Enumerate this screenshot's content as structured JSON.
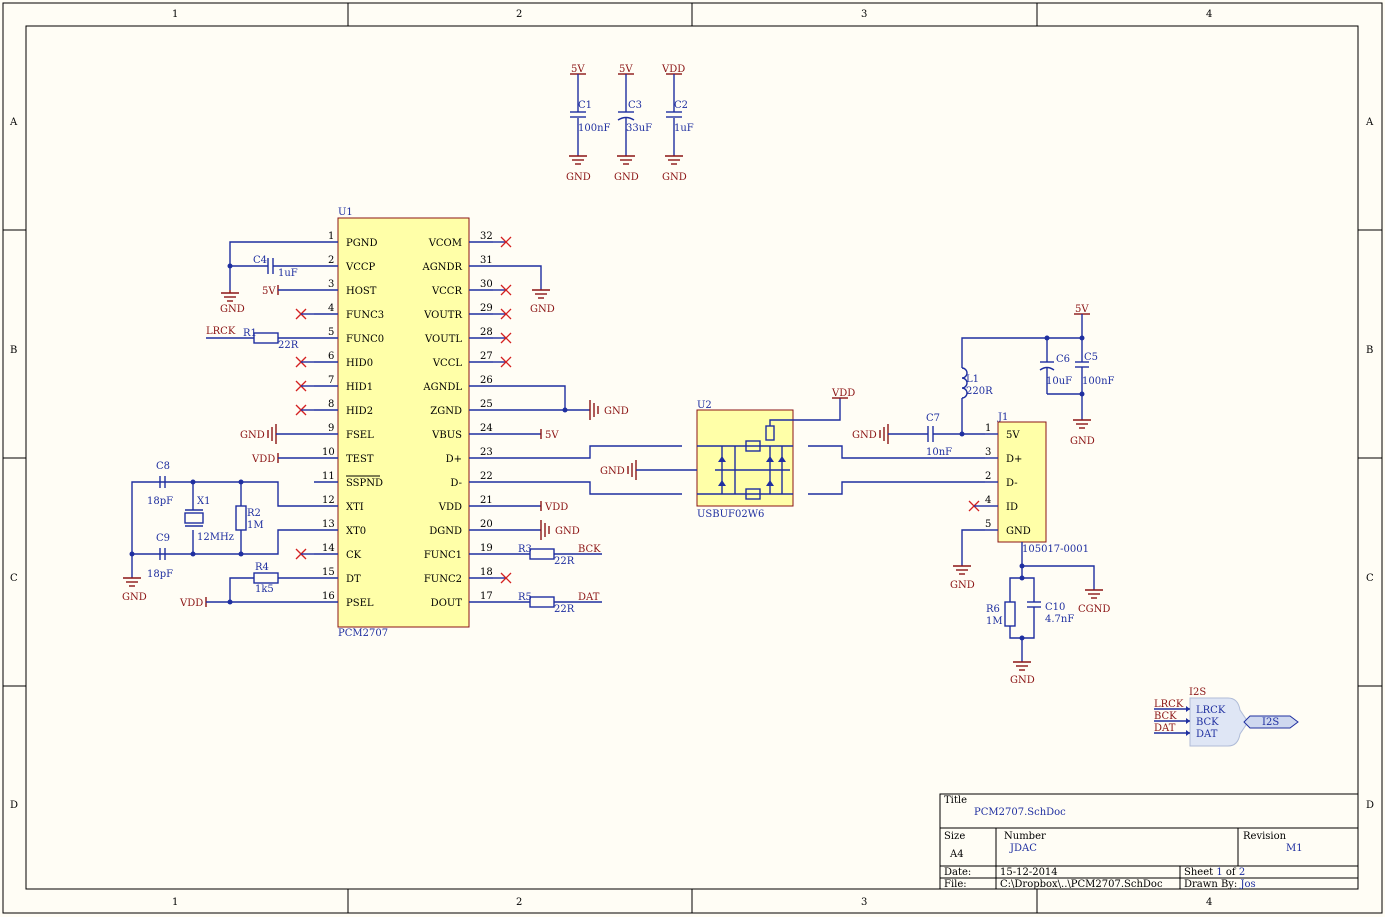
{
  "frame": {
    "cols": [
      "1",
      "2",
      "3",
      "4"
    ],
    "rows": [
      "A",
      "B",
      "C",
      "D"
    ]
  },
  "caps_top": [
    {
      "ref": "C1",
      "value": "100nF",
      "supply": "5V",
      "gnd": "GND"
    },
    {
      "ref": "C3",
      "value": "33uF",
      "supply": "5V",
      "gnd": "GND"
    },
    {
      "ref": "C2",
      "value": "1uF",
      "supply": "VDD",
      "gnd": "GND"
    }
  ],
  "u1": {
    "ref": "U1",
    "part": "PCM2707",
    "left_pins": [
      {
        "num": "1",
        "name": "PGND"
      },
      {
        "num": "2",
        "name": "VCCP"
      },
      {
        "num": "3",
        "name": "HOST"
      },
      {
        "num": "4",
        "name": "FUNC3"
      },
      {
        "num": "5",
        "name": "FUNC0"
      },
      {
        "num": "6",
        "name": "HID0"
      },
      {
        "num": "7",
        "name": "HID1"
      },
      {
        "num": "8",
        "name": "HID2"
      },
      {
        "num": "9",
        "name": "FSEL"
      },
      {
        "num": "10",
        "name": "TEST"
      },
      {
        "num": "11",
        "name": "SSPND"
      },
      {
        "num": "12",
        "name": "XTI"
      },
      {
        "num": "13",
        "name": "XT0"
      },
      {
        "num": "14",
        "name": "CK"
      },
      {
        "num": "15",
        "name": "DT"
      },
      {
        "num": "16",
        "name": "PSEL"
      }
    ],
    "right_pins": [
      {
        "num": "32",
        "name": "VCOM"
      },
      {
        "num": "31",
        "name": "AGNDR"
      },
      {
        "num": "30",
        "name": "VCCR"
      },
      {
        "num": "29",
        "name": "VOUTR"
      },
      {
        "num": "28",
        "name": "VOUTL"
      },
      {
        "num": "27",
        "name": "VCCL"
      },
      {
        "num": "26",
        "name": "AGNDL"
      },
      {
        "num": "25",
        "name": "ZGND"
      },
      {
        "num": "24",
        "name": "VBUS"
      },
      {
        "num": "23",
        "name": "D+"
      },
      {
        "num": "22",
        "name": "D-"
      },
      {
        "num": "21",
        "name": "VDD"
      },
      {
        "num": "20",
        "name": "DGND"
      },
      {
        "num": "19",
        "name": "FUNC1"
      },
      {
        "num": "18",
        "name": "FUNC2"
      },
      {
        "num": "17",
        "name": "DOUT"
      }
    ]
  },
  "left_parts": {
    "c4": {
      "ref": "C4",
      "value": "1uF"
    },
    "gnd1": "GND",
    "v5": "5V",
    "r1": {
      "ref": "R1",
      "value": "22R"
    },
    "lrck": "LRCK",
    "fsel_gnd": "GND",
    "test_vdd": "VDD",
    "c8": {
      "ref": "C8",
      "value": "18pF"
    },
    "c9": {
      "ref": "C9",
      "value": "18pF"
    },
    "x1": {
      "ref": "X1",
      "value": "12MHz"
    },
    "r2": {
      "ref": "R2",
      "value": "1M"
    },
    "gnd_xtal": "GND",
    "r4": {
      "ref": "R4",
      "value": "1k5"
    },
    "psel_vdd": "VDD"
  },
  "right_parts": {
    "agndr_gnd": "GND",
    "zgnd_gnd": "GND",
    "vbus_5v": "5V",
    "vdd": "VDD",
    "dgnd_gnd": "GND",
    "r3": {
      "ref": "R3",
      "value": "22R"
    },
    "bck": "BCK",
    "r5": {
      "ref": "R5",
      "value": "22R"
    },
    "dat": "DAT"
  },
  "u2": {
    "ref": "U2",
    "part": "USBUF02W6",
    "vdd": "VDD",
    "gnd": "GND"
  },
  "usb": {
    "l1": {
      "ref": "L1",
      "value": "220R"
    },
    "v5": "5V",
    "c6": {
      "ref": "C6",
      "value": "10uF"
    },
    "c5": {
      "ref": "C5",
      "value": "100nF"
    },
    "gnd_c": "GND",
    "c7": {
      "ref": "C7",
      "value": "10nF"
    },
    "gnd_c7": "GND",
    "j1": {
      "ref": "J1",
      "part": "105017-0001",
      "pins": [
        {
          "num": "1",
          "name": "5V"
        },
        {
          "num": "3",
          "name": "D+"
        },
        {
          "num": "2",
          "name": "D-"
        },
        {
          "num": "4",
          "name": "ID"
        },
        {
          "num": "5",
          "name": "GND"
        }
      ]
    },
    "gnd_j1": "GND",
    "r6": {
      "ref": "R6",
      "value": "1M"
    },
    "c10": {
      "ref": "C10",
      "value": "4.7nF"
    },
    "gnd_r6": "GND",
    "cgnd": "CGND"
  },
  "harness": {
    "title": "I2S",
    "nets": [
      "LRCK",
      "BCK",
      "DAT"
    ],
    "pins": [
      "LRCK",
      "BCK",
      "DAT"
    ],
    "port": "I2S"
  },
  "titleblock": {
    "title_label": "Title",
    "title": "PCM2707.SchDoc",
    "size_label": "Size",
    "size": "A4",
    "number_label": "Number",
    "number": "JDAC",
    "revision_label": "Revision",
    "revision": "M1",
    "date_label": "Date:",
    "date": "15-12-2014",
    "file_label": "File:",
    "file": "C:\\Dropbox\\..\\PCM2707.SchDoc",
    "sheet_label": "Sheet",
    "sheet": "1",
    "of_label": "of",
    "sheets": "2",
    "drawn_label": "Drawn By:",
    "drawn": "Jos"
  }
}
